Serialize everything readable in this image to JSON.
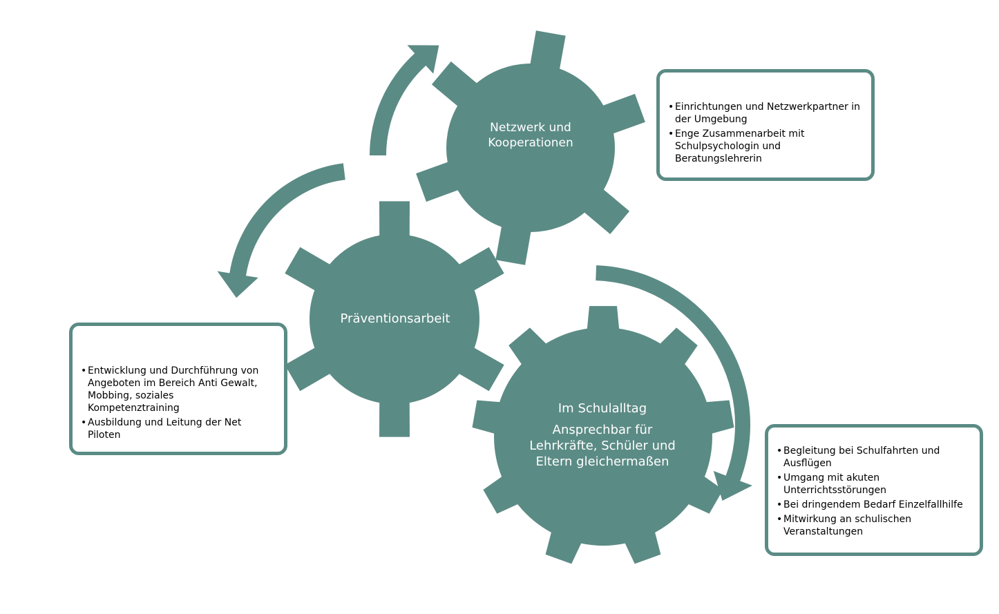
{
  "colors": {
    "gear": "#5b8b85",
    "box_border": "#5b8b85",
    "box_background": "#ffffff",
    "text_on_gear": "#ffffff",
    "text_in_box": "#000000"
  },
  "gears": {
    "network": {
      "title_lines": [
        "Netzwerk und",
        "Kooperationen"
      ]
    },
    "prevention": {
      "title_lines": [
        "Präventionsarbeit"
      ]
    },
    "school": {
      "title_lines": [
        "Im Schulalltag",
        "Ansprechbar für",
        "Lehrkräfte, Schüler und",
        "Eltern gleichermaßen"
      ]
    }
  },
  "boxes": {
    "network": {
      "items": [
        "Einrichtungen und Netzwerkpartner in der Umgebung",
        "Enge Zusammenarbeit mit Schulpsychologin und Beratungslehrerin"
      ]
    },
    "prevention": {
      "items": [
        "Entwicklung und Durchführung von Angeboten im Bereich Anti Gewalt, Mobbing, soziales Kompetenztraining",
        "Ausbildung und Leitung der Net Piloten"
      ]
    },
    "school": {
      "items": [
        "Begleitung bei Schulfahrten und Ausflügen",
        "Umgang mit akuten Unterrichtsstörungen",
        "Bei dringendem Bedarf Einzelfallhilfe",
        "Mitwirkung an schulischen Veranstaltungen"
      ]
    }
  },
  "bullet_symbol": "•",
  "arrows": [
    {
      "name": "arrow-to-network",
      "direction": "clockwise"
    },
    {
      "name": "arrow-to-prevention",
      "direction": "counter-clockwise"
    },
    {
      "name": "arrow-to-school-box",
      "direction": "clockwise"
    }
  ]
}
